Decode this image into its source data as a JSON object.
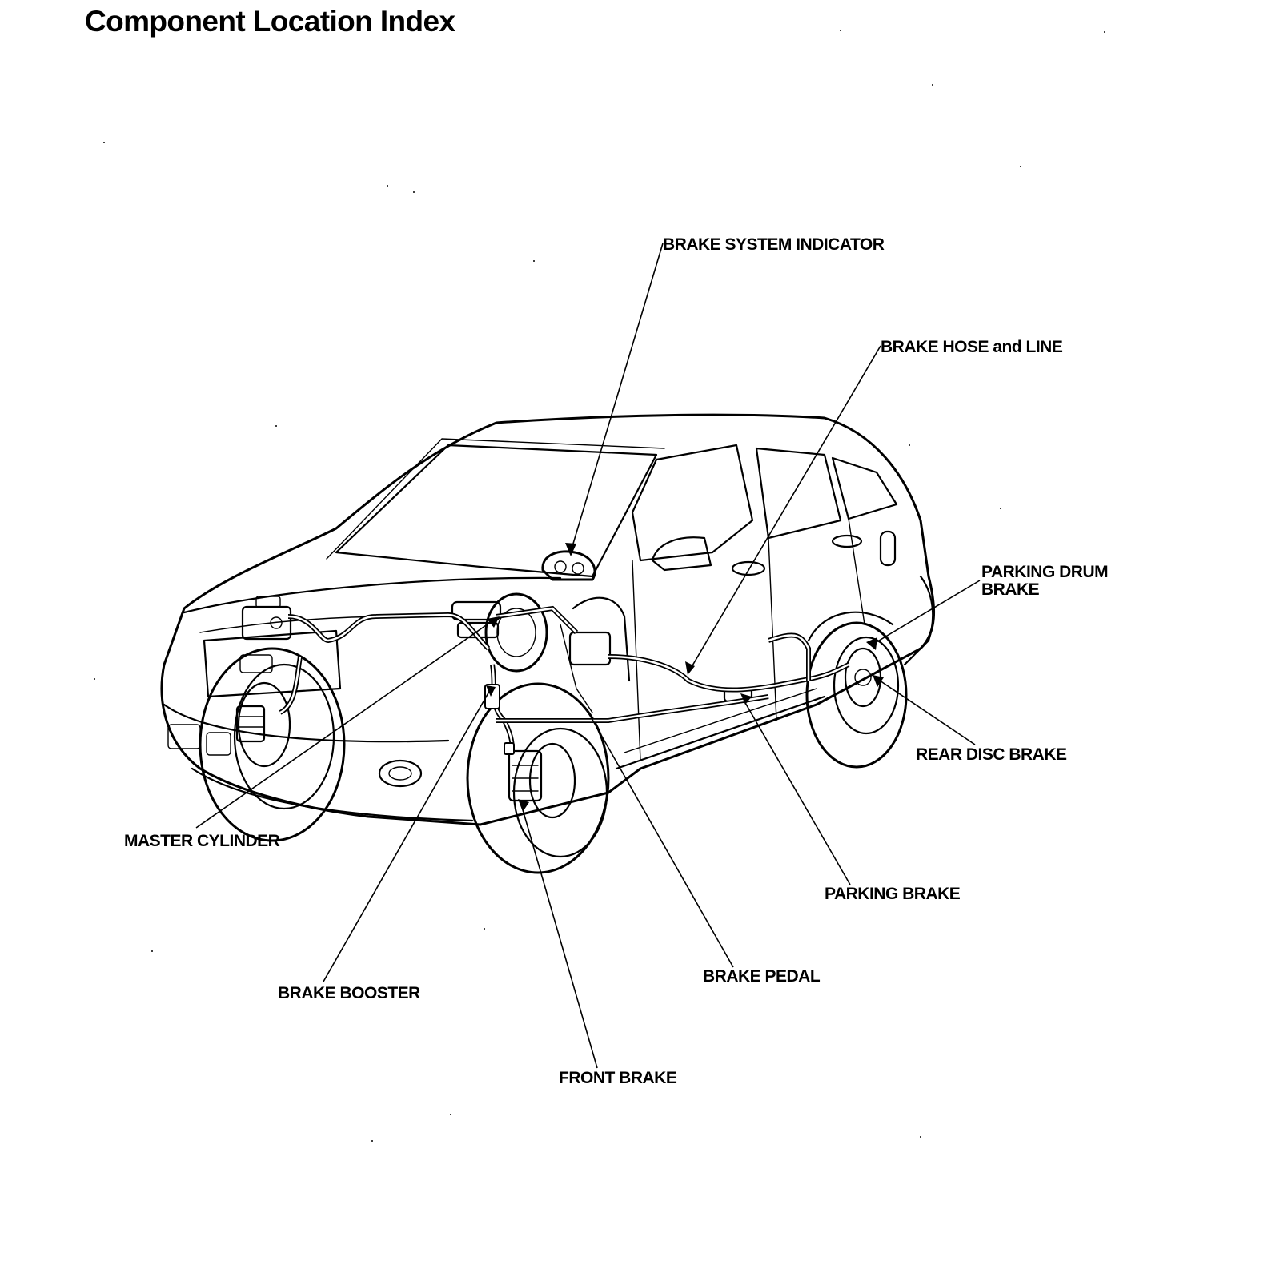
{
  "title": "Component Location Index",
  "labels": {
    "brake_system_indicator": "BRAKE SYSTEM INDICATOR",
    "brake_hose_and_line": "BRAKE HOSE and LINE",
    "parking_drum_brake_line1": "PARKING DRUM",
    "parking_drum_brake_line2": "BRAKE",
    "rear_disc_brake": "REAR DISC BRAKE",
    "master_cylinder": "MASTER CYLINDER",
    "parking_brake": "PARKING BRAKE",
    "brake_pedal": "BRAKE PEDAL",
    "brake_booster": "BRAKE BOOSTER",
    "front_brake": "FRONT BRAKE"
  }
}
